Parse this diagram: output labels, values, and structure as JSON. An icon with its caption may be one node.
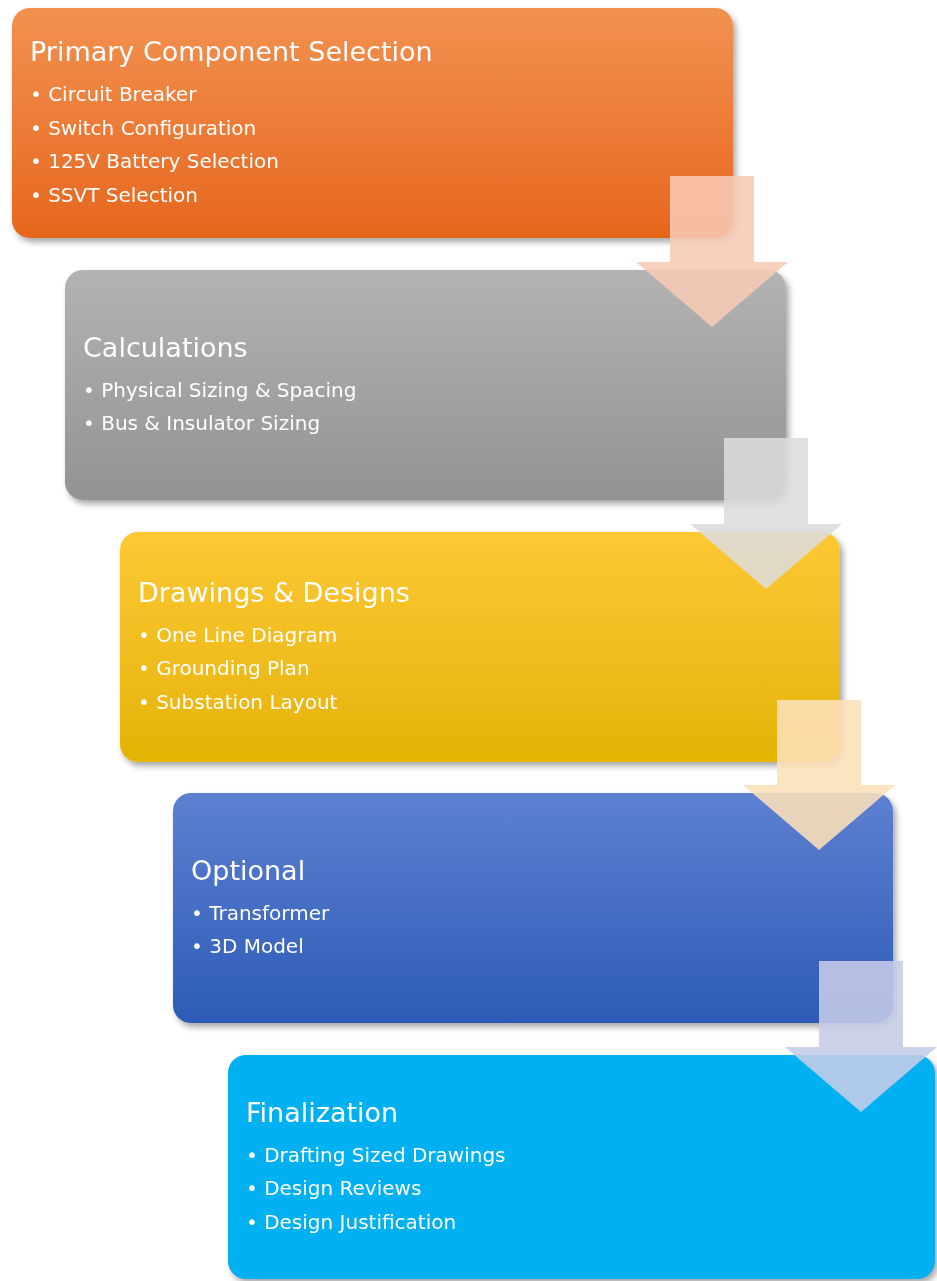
{
  "diagram": {
    "nodes": [
      {
        "text": [
          "Primary Component Selection",
          "• Circuit Breaker",
          "• Switch Configuration",
          "• 125V Battery Selection",
          "• SSVT Selection"
        ]
      },
      {
        "text": [
          "Calculations",
          "• Physical Sizing & Spacing",
          "• Bus & Insulator Sizing"
        ]
      },
      {
        "text": [
          "Drawings & Designs",
          "• One Line Diagram",
          "• Grounding Plan",
          "• Substation Layout"
        ]
      },
      {
        "text": [
          "Optional",
          "• Transformer",
          "• 3D Model"
        ]
      },
      {
        "text": [
          "Finalization",
          "• Drafting Sized Drawings",
          "• Design Reviews",
          "• Design Justification"
        ]
      }
    ],
    "edges": [
      {
        "from": 0,
        "to": 1,
        "arrow": "to",
        "style": "thick",
        "color": "#f7c9b5"
      },
      {
        "from": 1,
        "to": 2,
        "arrow": "to",
        "style": "thick",
        "color": "#dcdcdc"
      },
      {
        "from": 2,
        "to": 3,
        "arrow": "to",
        "style": "thick",
        "color": "#fde0b8"
      },
      {
        "from": 3,
        "to": 4,
        "arrow": "to",
        "style": "thick",
        "color": "#c6cce8"
      }
    ]
  }
}
